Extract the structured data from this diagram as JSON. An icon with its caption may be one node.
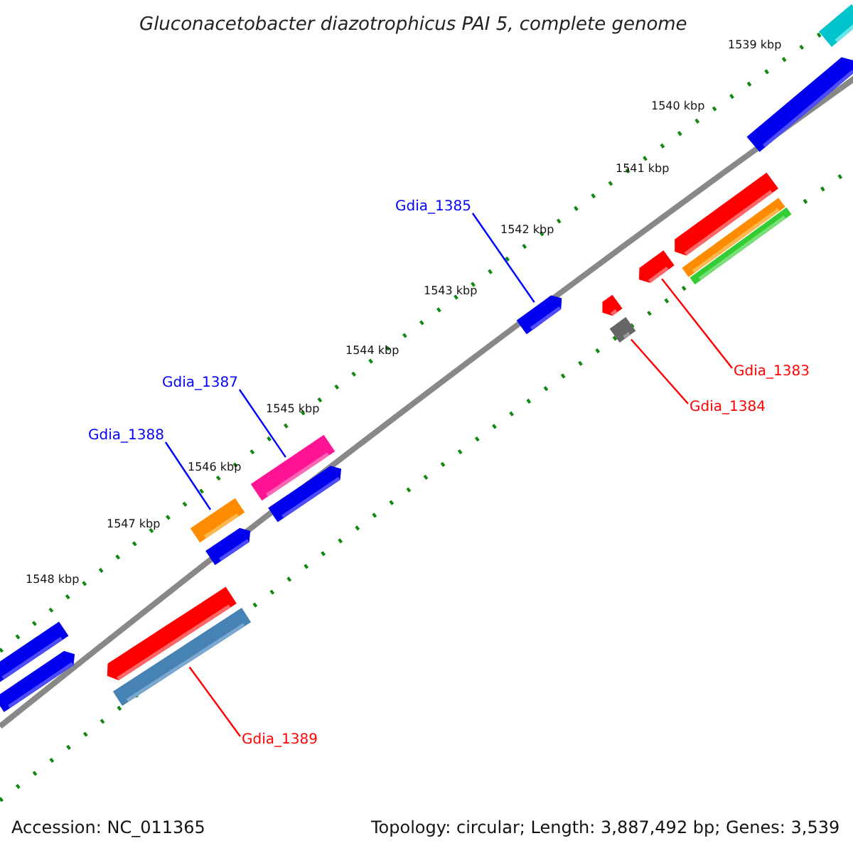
{
  "diagram": {
    "title": "Gluconacetobacter diazotrophicus PAI 5, complete genome",
    "nodes": [
      {
        "text": [
          "Gdia_1385"
        ]
      },
      {
        "text": [],
        "shape": "bar"
      },
      {
        "text": [
          "Gdia_1387"
        ]
      },
      {
        "text": [],
        "shape": "bar"
      },
      {
        "text": [
          "Gdia_1388"
        ]
      },
      {
        "text": [],
        "shape": "bar"
      },
      {
        "text": [
          "Gdia_1383"
        ]
      },
      {
        "text": [],
        "shape": "bar"
      },
      {
        "text": [
          "Gdia_1384"
        ]
      },
      {
        "text": [],
        "shape": "bar"
      },
      {
        "text": [
          "Gdia_1389"
        ]
      },
      {
        "text": [],
        "shape": "bar"
      },
      {
        "text": [],
        "shape": "bar"
      },
      {
        "text": [],
        "shape": "bar"
      },
      {
        "text": [],
        "shape": "bar"
      },
      {
        "text": [],
        "shape": "bar"
      },
      {
        "text": [],
        "shape": "bar"
      },
      {
        "text": [],
        "shape": "bar"
      },
      {
        "text": [],
        "shape": "bar"
      },
      {
        "text": [],
        "shape": "bar"
      },
      {
        "text": [],
        "shape": "bar"
      },
      {
        "text": [],
        "shape": "bar"
      },
      {
        "text": [],
        "shape": "bar"
      }
    ],
    "edges": [
      {
        "from": 0,
        "to": 1,
        "arrow": "none",
        "color": "#0000ff"
      },
      {
        "from": 2,
        "to": 3,
        "arrow": "none",
        "color": "#0000ff"
      },
      {
        "from": 4,
        "to": 5,
        "arrow": "none",
        "color": "#0000ff"
      },
      {
        "from": 6,
        "to": 7,
        "arrow": "none",
        "color": "#ff0000"
      },
      {
        "from": 8,
        "to": 9,
        "arrow": "none",
        "color": "#ff0000"
      },
      {
        "from": 10,
        "to": 11,
        "arrow": "none",
        "color": "#ff0000"
      }
    ],
    "labels": [
      "1539 kbp",
      "1540 kbp",
      "1541 kbp",
      "1542 kbp",
      "1543 kbp",
      "1544 kbp",
      "1545 kbp",
      "1546 kbp",
      "1547 kbp",
      "1548 kbp",
      "Accession: NC_011365",
      "Topology: circular; Length: 3,887,492 bp; Genes: 3,539"
    ]
  }
}
